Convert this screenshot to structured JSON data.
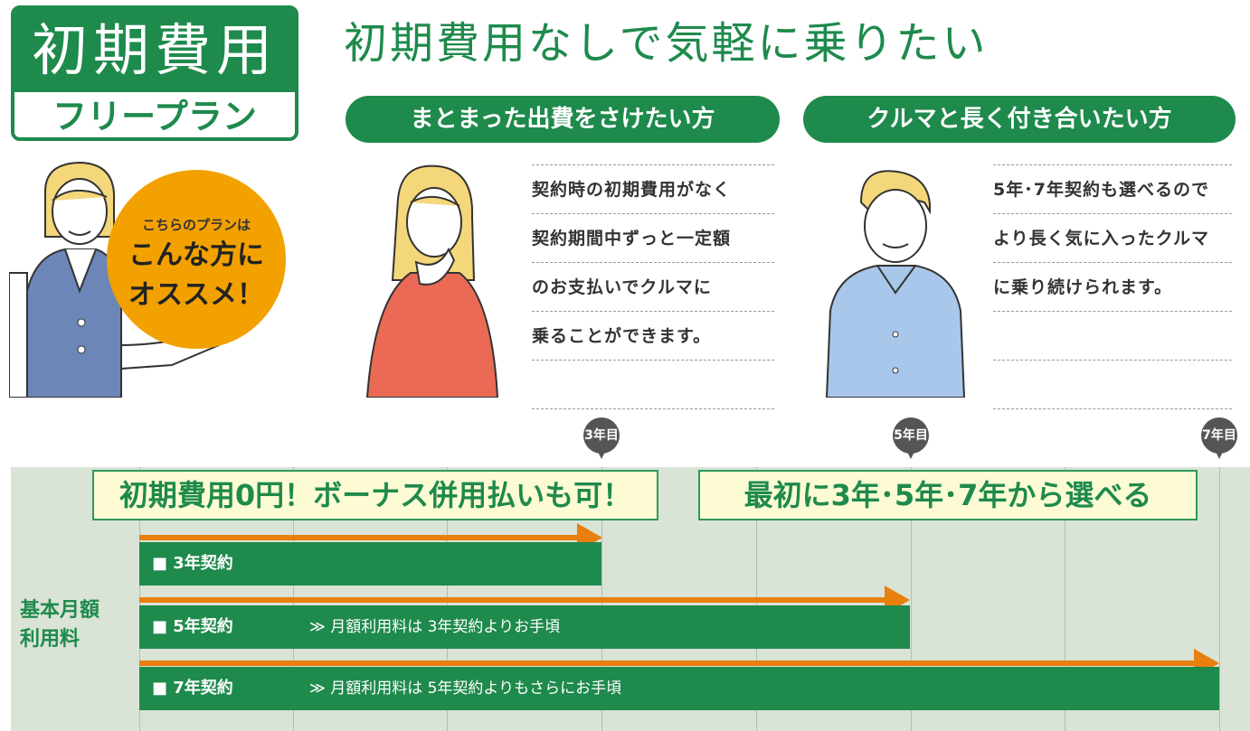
{
  "badge": {
    "title": "初期費用",
    "subtitle": "フリープラン"
  },
  "heading": "初期費用なしで気軽に乗りたい",
  "pills": [
    "まとまった出費をさけたい方",
    "クルマと長く付き合いたい方"
  ],
  "recommend": {
    "small": "こちらのプランは",
    "line1": "こんな方に",
    "line2": "オススメ！"
  },
  "text1": [
    "契約時の初期費用がなく",
    "契約期間中ずっと一定額",
    "のお支払いでクルマに",
    "乗ることができます。"
  ],
  "text2": [
    "5年･7年契約も選べるので",
    "より長く気に入ったクルマ",
    "に乗り続けられます。"
  ],
  "markers": [
    "3年目",
    "5年目",
    "7年目"
  ],
  "callouts": [
    "初期費用0円！ボーナス併用払いも可！",
    "最初に3年･5年･7年から選べる"
  ],
  "side_label": [
    "基本月額",
    "利用料"
  ],
  "bars": [
    {
      "label": "■ 3年契約",
      "note": ""
    },
    {
      "label": "■ 5年契約",
      "note": "≫ 月額利用料は 3年契約よりお手頃"
    },
    {
      "label": "■ 7年契約",
      "note": "≫ 月額利用料は 5年契約よりもさらにお手頃"
    }
  ],
  "colors": {
    "green": "#1e8a4c",
    "orange": "#e97f0e",
    "yellow": "#f2a100",
    "timeline_bg": "#d9e3d6"
  },
  "illustrations": [
    "woman-guide-illustration",
    "thinking-woman-illustration",
    "man-illustration"
  ]
}
